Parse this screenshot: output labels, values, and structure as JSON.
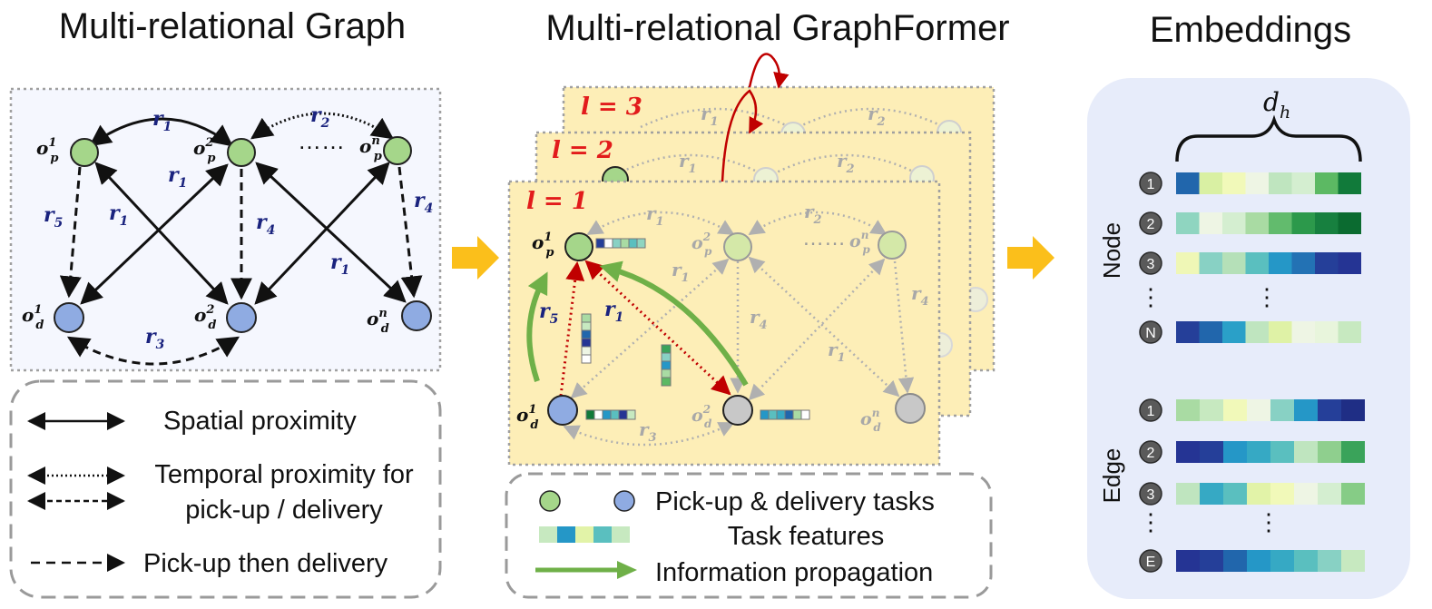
{
  "titles": {
    "left": "Multi-relational Graph",
    "middle": "Multi-relational GraphFormer",
    "right": "Embeddings"
  },
  "graph": {
    "node_labels": {
      "p1": "o",
      "p1_sup": "1",
      "p1_sub": "p",
      "p2": "o",
      "p2_sup": "2",
      "p2_sub": "p",
      "pn": "o",
      "pn_sup": "n",
      "pn_sub": "p",
      "d1": "o",
      "d1_sup": "1",
      "d1_sub": "d",
      "d2": "o",
      "d2_sup": "2",
      "d2_sub": "d",
      "dn": "o",
      "dn_sup": "n",
      "dn_sub": "d"
    },
    "ellipsis": "……",
    "relations": {
      "r1": "r",
      "r1_sub": "1",
      "r2": "r",
      "r2_sub": "2",
      "r3": "r",
      "r3_sub": "3",
      "r4": "r",
      "r4_sub": "4",
      "r5": "r",
      "r5_sub": "5"
    }
  },
  "legend_left": {
    "spatial": "Spatial proximity",
    "temporal_line1": "Temporal proximity for",
    "temporal_line2": "pick-up / delivery",
    "pickup_then_delivery": "Pick-up then delivery"
  },
  "layers": {
    "l1": "l = 1",
    "l2": "l = 2",
    "l3": "l = 3"
  },
  "legend_middle": {
    "tasks": "Pick-up & delivery tasks",
    "features": "Task features",
    "propagation": "Information propagation"
  },
  "embeddings": {
    "dim_label": "d",
    "dim_sub": "h",
    "node_group_label": "Node",
    "edge_group_label": "Edge",
    "vdots": "⋮",
    "node_rows": [
      {
        "index": "1",
        "cells": [
          "#2166ac",
          "#d9f0a3",
          "#f1f9b9",
          "#eef5e4",
          "#bfe5bf",
          "#d4eed0",
          "#5cb963",
          "#117a3a"
        ]
      },
      {
        "index": "2",
        "cells": [
          "#8fd5c0",
          "#eef5e4",
          "#d4eed0",
          "#a9dba3",
          "#62bb6d",
          "#2c994b",
          "#17803f",
          "#0b6b30"
        ]
      },
      {
        "index": "3",
        "cells": [
          "#eff7b6",
          "#88d1c4",
          "#b5e0b8",
          "#5abfbf",
          "#2597c7",
          "#2372b4",
          "#253f99",
          "#253494"
        ]
      },
      {
        "index": "N",
        "cells": [
          "#253f99",
          "#2166ac",
          "#2aa0c8",
          "#bfe5bf",
          "#dff2a6",
          "#eef5e4",
          "#e8f5dc",
          "#c7e9c0"
        ]
      }
    ],
    "edge_rows": [
      {
        "index": "1",
        "cells": [
          "#a9dba3",
          "#c7e9c0",
          "#f1f9b9",
          "#eef5e4",
          "#88d1c4",
          "#2597c7",
          "#253f99",
          "#1f2e85"
        ]
      },
      {
        "index": "2",
        "cells": [
          "#253494",
          "#253f99",
          "#2597c7",
          "#36a9c4",
          "#5abfbf",
          "#bfe5bf",
          "#8fcf8e",
          "#3aa35a"
        ]
      },
      {
        "index": "3",
        "cells": [
          "#bfe5bf",
          "#36a9c4",
          "#5abfbf",
          "#e2f3a8",
          "#f1f9b9",
          "#eef5e4",
          "#d4eed0",
          "#86cc86"
        ]
      },
      {
        "index": "E",
        "cells": [
          "#253494",
          "#253f99",
          "#2166ac",
          "#2597c7",
          "#36a9c4",
          "#5abfbf",
          "#88d1c4",
          "#c7e9c0"
        ]
      }
    ]
  },
  "colors": {
    "pickup": "#a5d68a",
    "delivery": "#8fabe2",
    "grey_node": "#c8c8c8",
    "layer_bg": "#fdeeb7",
    "graph_bg": "#f5f7fe",
    "embed_bg": "#e7ecfa",
    "propagation": "#6fb048",
    "flow_arrow": "#fbbf1b",
    "red": "#c00000"
  }
}
